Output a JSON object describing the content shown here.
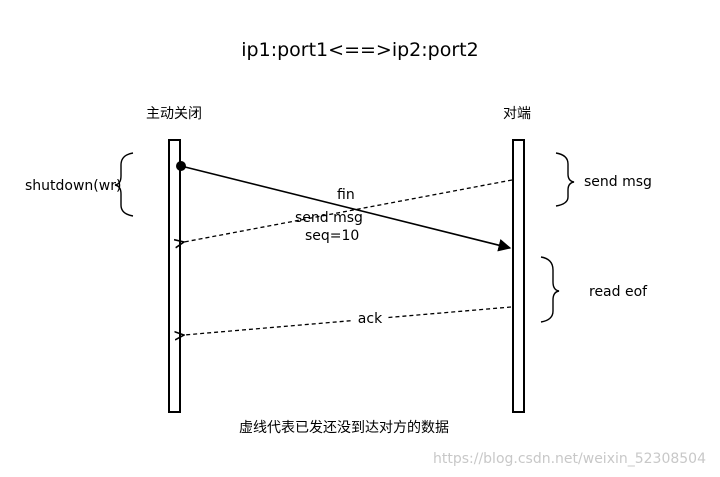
{
  "title": "ip1:port1<==>ip2:port2",
  "actors": {
    "left": "主动关闭",
    "right": "对端"
  },
  "annotations": {
    "shutdown": "shutdown(wr)",
    "send_msg_right": "send msg",
    "read_eof": "read eof"
  },
  "messages": {
    "fin": "fin",
    "send_msg_line1": "send msg",
    "send_msg_line2": "seq=10",
    "ack": "ack"
  },
  "caption": "虚线代表已发还没到达对方的数据",
  "watermark": "https://blog.csdn.net/weixin_52308504"
}
